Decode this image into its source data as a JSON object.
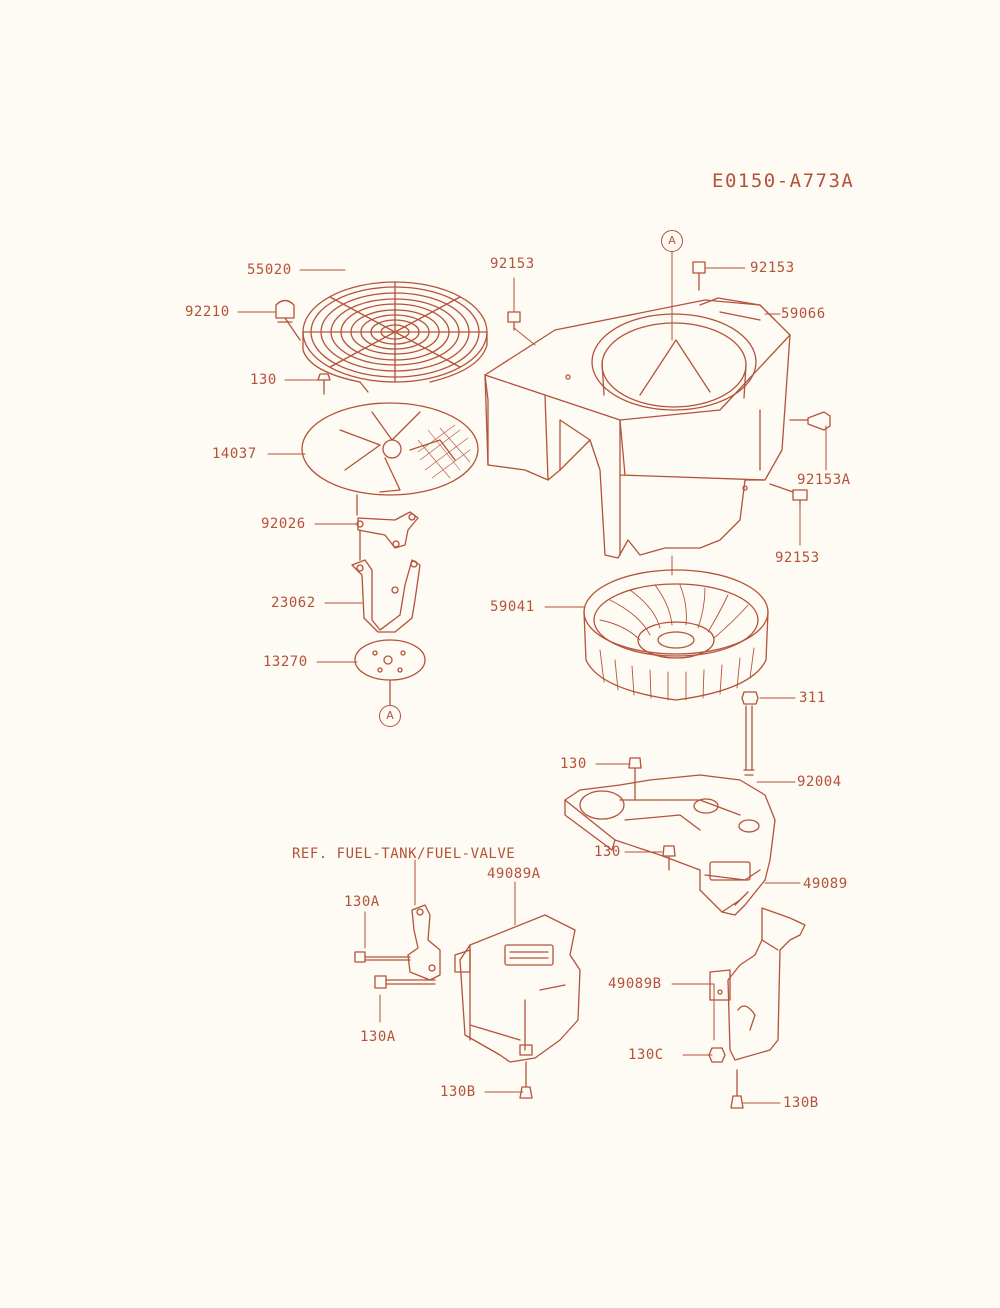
{
  "diagram_code": "E0150-A773A",
  "reference_marker": "A",
  "reference_note": "REF. FUEL-TANK/FUEL-VALVE",
  "parts": {
    "p55020": "55020",
    "p92210": "92210",
    "p130_top": "130",
    "p14037": "14037",
    "p92026": "92026",
    "p23062": "23062",
    "p13270": "13270",
    "p92153_left": "92153",
    "p92153_right": "92153",
    "p59066": "59066",
    "p92153A": "92153A",
    "p92153_bottom": "92153",
    "p59041": "59041",
    "p311": "311",
    "p130_mid": "130",
    "p92004": "92004",
    "p130_low": "130",
    "p49089": "49089",
    "p49089A": "49089A",
    "p130A_top": "130A",
    "p130A_bottom": "130A",
    "p49089B": "49089B",
    "p130C": "130C",
    "p130B_left": "130B",
    "p130B_right": "130B"
  },
  "colors": {
    "ink": "#b5523a",
    "paper": "#fdfbf3"
  }
}
